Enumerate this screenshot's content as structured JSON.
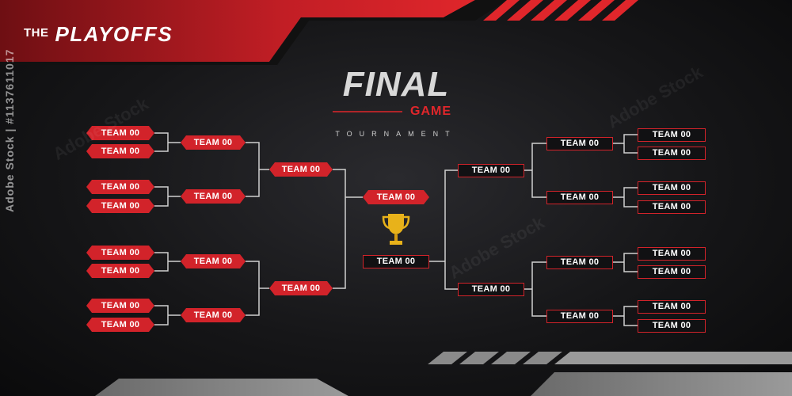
{
  "header": {
    "prefix": "THE",
    "title": "PLAYOFFS"
  },
  "center": {
    "final": "FINAL",
    "game": "GAME",
    "tournament": "TOURNAMENT"
  },
  "watermark": {
    "stock_id": "Adobe Stock | #1137611017",
    "brand": "Adobe Stock"
  },
  "colors": {
    "accent": "#d2232a",
    "background": "#121214",
    "line": "#d0d0d0",
    "trophy": "#e8b21a"
  },
  "left_round1": [
    "TEAM 00",
    "TEAM 00",
    "TEAM 00",
    "TEAM 00",
    "TEAM 00",
    "TEAM 00",
    "TEAM 00",
    "TEAM 00"
  ],
  "left_round2": [
    "TEAM 00",
    "TEAM 00",
    "TEAM 00",
    "TEAM 00"
  ],
  "left_semi": [
    "TEAM 00",
    "TEAM 00"
  ],
  "right_round1": [
    "TEAM 00",
    "TEAM 00",
    "TEAM 00",
    "TEAM 00",
    "TEAM 00",
    "TEAM 00",
    "TEAM 00",
    "TEAM 00"
  ],
  "right_round2": [
    "TEAM 00",
    "TEAM 00",
    "TEAM 00",
    "TEAM 00"
  ],
  "right_semi": [
    "TEAM 00",
    "TEAM 00"
  ],
  "final_match": {
    "top": "TEAM 00",
    "bottom": "TEAM 00",
    "trophy_icon": "trophy-icon"
  }
}
